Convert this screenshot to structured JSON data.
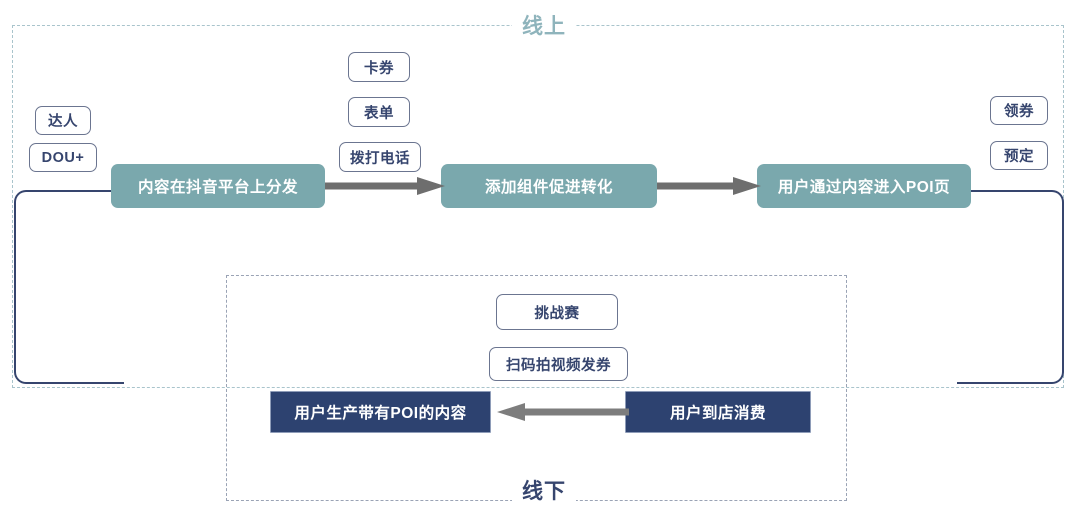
{
  "diagram": {
    "title_online": "线上",
    "title_offline": "线下",
    "colors": {
      "teal_box": "#7aa8ad",
      "navy_box": "#2d4270",
      "online_dash": "#a9c4cc",
      "offline_dash": "#9aa3b5",
      "arrow_gray": "#6e6e6e",
      "pill_border": "#6b7590",
      "pill_text": "#36456e",
      "loop_line": "#36456e",
      "online_label": "#8fb4bc",
      "offline_label": "#36456e"
    },
    "process_nodes": [
      {
        "id": "p1",
        "label": "内容在抖音平台上分发",
        "style": "teal"
      },
      {
        "id": "p2",
        "label": "添加组件促进转化",
        "style": "teal"
      },
      {
        "id": "p3",
        "label": "用户通过内容进入POI页",
        "style": "teal"
      },
      {
        "id": "p4",
        "label": "用户生产带有POI的内容",
        "style": "navy"
      },
      {
        "id": "p5",
        "label": "用户到店消费",
        "style": "navy"
      }
    ],
    "tag_labels": {
      "left_sources": [
        "达人",
        "DOU+"
      ],
      "component_types": [
        "卡券",
        "表单",
        "拨打电话"
      ],
      "poi_actions": [
        "领券",
        "预定"
      ],
      "offline_activities": [
        "挑战赛",
        "扫码拍视频发券"
      ]
    },
    "arrows": [
      {
        "id": "a1",
        "from": "内容在抖音平台上分发",
        "to": "添加组件促进转化",
        "direction": "right"
      },
      {
        "id": "a2",
        "from": "添加组件促进转化",
        "to": "用户通过内容进入POI页",
        "direction": "right"
      },
      {
        "id": "a3",
        "from": "用户到店消费",
        "to": "用户生产带有POI的内容",
        "direction": "left"
      }
    ]
  }
}
